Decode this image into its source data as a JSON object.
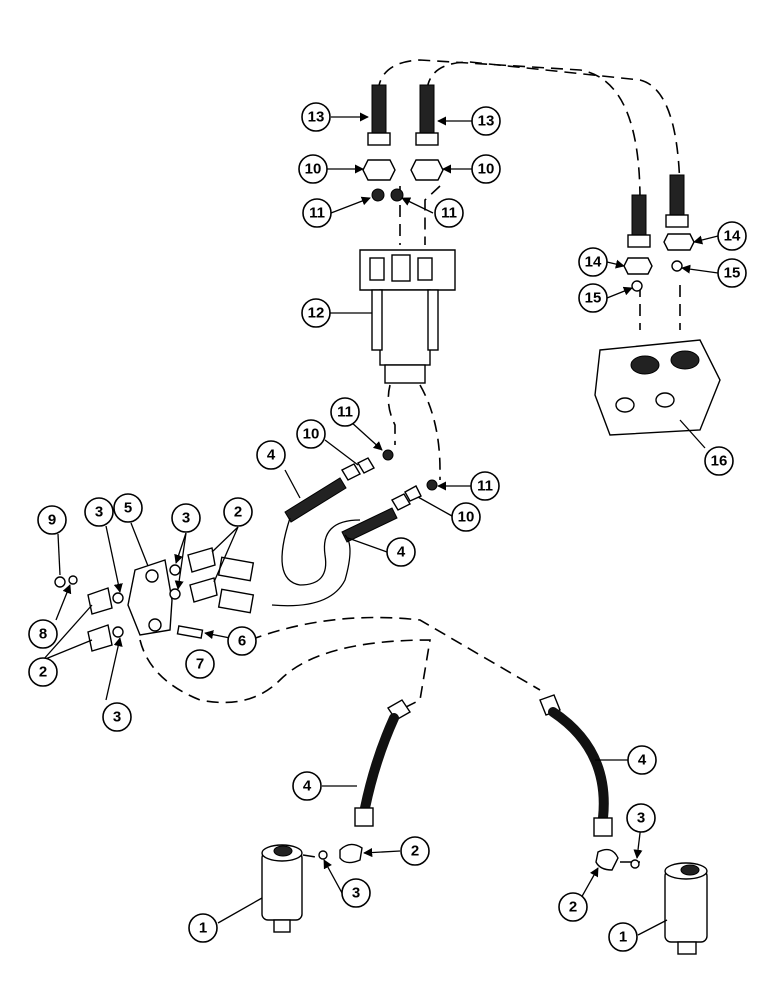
{
  "callouts": [
    {
      "id": "c1",
      "label": "13"
    },
    {
      "id": "c2",
      "label": "13"
    },
    {
      "id": "c3",
      "label": "10"
    },
    {
      "id": "c4",
      "label": "10"
    },
    {
      "id": "c5",
      "label": "11"
    },
    {
      "id": "c6",
      "label": "11"
    },
    {
      "id": "c7",
      "label": "12"
    },
    {
      "id": "c8",
      "label": "14"
    },
    {
      "id": "c9",
      "label": "14"
    },
    {
      "id": "c10",
      "label": "15"
    },
    {
      "id": "c11",
      "label": "15"
    },
    {
      "id": "c12",
      "label": "16"
    },
    {
      "id": "c13",
      "label": "11"
    },
    {
      "id": "c14",
      "label": "10"
    },
    {
      "id": "c15",
      "label": "4"
    },
    {
      "id": "c16",
      "label": "11"
    },
    {
      "id": "c17",
      "label": "10"
    },
    {
      "id": "c18",
      "label": "4"
    },
    {
      "id": "c19",
      "label": "9"
    },
    {
      "id": "c20",
      "label": "3"
    },
    {
      "id": "c21",
      "label": "5"
    },
    {
      "id": "c22",
      "label": "3"
    },
    {
      "id": "c23",
      "label": "2"
    },
    {
      "id": "c24",
      "label": "8"
    },
    {
      "id": "c25",
      "label": "2"
    },
    {
      "id": "c26",
      "label": "6"
    },
    {
      "id": "c27",
      "label": "7"
    },
    {
      "id": "c28",
      "label": "3"
    },
    {
      "id": "c29",
      "label": "4"
    },
    {
      "id": "c30",
      "label": "4"
    },
    {
      "id": "c31",
      "label": "2"
    },
    {
      "id": "c32",
      "label": "3"
    },
    {
      "id": "c33",
      "label": "3"
    },
    {
      "id": "c34",
      "label": "2"
    },
    {
      "id": "c35",
      "label": "1"
    },
    {
      "id": "c36",
      "label": "1"
    }
  ]
}
